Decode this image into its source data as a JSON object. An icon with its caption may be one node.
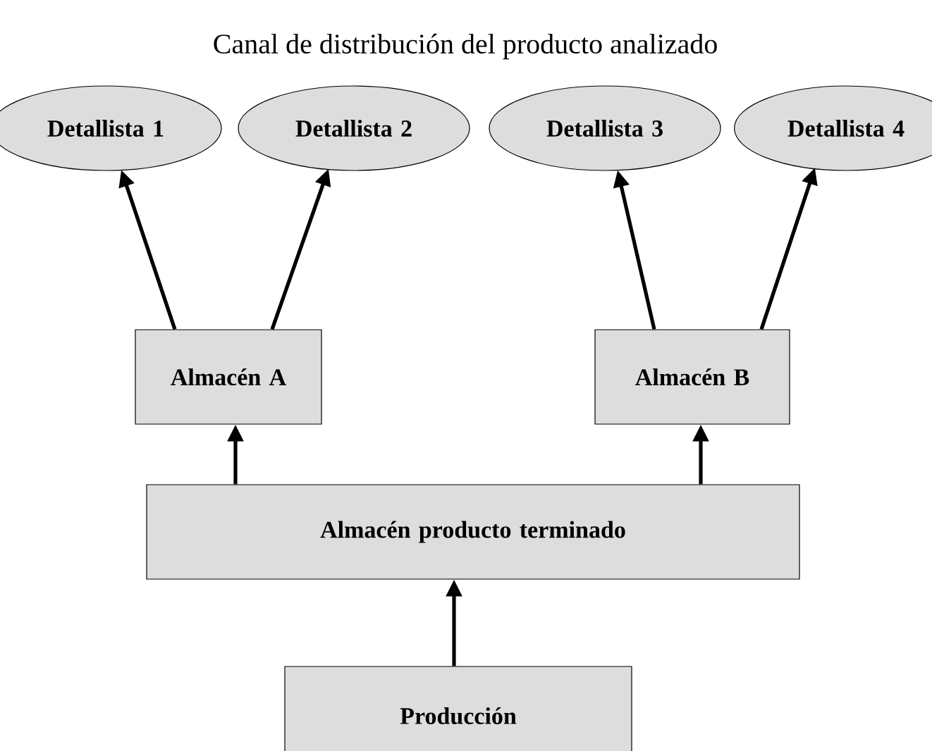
{
  "diagram": {
    "title": "Canal de distribución del producto analizado",
    "nodes": [
      {
        "text": [
          "Detallista 1"
        ]
      },
      {
        "text": [
          "Detallista 2"
        ]
      },
      {
        "text": [
          "Detallista 3"
        ]
      },
      {
        "text": [
          "Detallista 4"
        ]
      },
      {
        "text": [
          "Almacén A"
        ]
      },
      {
        "text": [
          "Almacén B"
        ]
      },
      {
        "text": [
          "Almacén producto terminado"
        ]
      },
      {
        "text": [
          "Producción"
        ]
      }
    ],
    "edges": [
      {
        "from": 4,
        "to": 0,
        "arrow": "to"
      },
      {
        "from": 4,
        "to": 1,
        "arrow": "to"
      },
      {
        "from": 5,
        "to": 2,
        "arrow": "to"
      },
      {
        "from": 5,
        "to": 3,
        "arrow": "to"
      },
      {
        "from": 6,
        "to": 4,
        "arrow": "to"
      },
      {
        "from": 6,
        "to": 5,
        "arrow": "to"
      },
      {
        "from": 7,
        "to": 6,
        "arrow": "to"
      }
    ]
  }
}
